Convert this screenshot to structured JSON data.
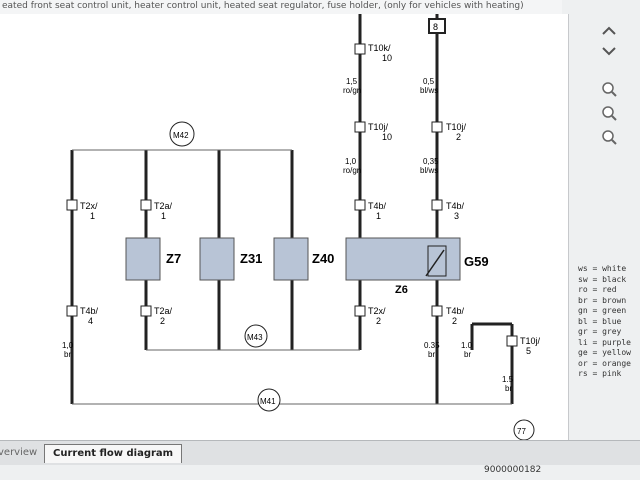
{
  "window": {
    "title_partial": "eated front seat control unit, heater control unit, heated seat regulator, fuse holder, (only for vehicles with heating)"
  },
  "diagram": {
    "top_box_label": "8",
    "circle_labels": [
      "M42",
      "M43",
      "M41",
      "77"
    ],
    "connectors": [
      {
        "id": "T10k-top",
        "name": "T10k/",
        "pin": "10"
      },
      {
        "id": "T10j-mid",
        "name": "T10j/",
        "pin": "10"
      },
      {
        "id": "T10j-right",
        "name": "T10j/",
        "pin": "2"
      },
      {
        "id": "T2x-left",
        "name": "T2x/",
        "pin": "1"
      },
      {
        "id": "T2a-top",
        "name": "T2a/",
        "pin": "1"
      },
      {
        "id": "T4b-mid1",
        "name": "T4b/",
        "pin": "1"
      },
      {
        "id": "T4b-mid3",
        "name": "T4b/",
        "pin": "3"
      },
      {
        "id": "T4b-left",
        "name": "T4b/",
        "pin": "4"
      },
      {
        "id": "T2a-bottom",
        "name": "T2a/",
        "pin": "2"
      },
      {
        "id": "T2x-mid",
        "name": "T2x/",
        "pin": "2"
      },
      {
        "id": "T4b-right2",
        "name": "T4b/",
        "pin": "2"
      },
      {
        "id": "T10j-far",
        "name": "T10j/",
        "pin": "5"
      }
    ],
    "wires": [
      {
        "gauge": "1,5",
        "color": "ro/gn"
      },
      {
        "gauge": "0,5",
        "color": "bl/ws"
      },
      {
        "gauge": "1,0",
        "color": "ro/gn"
      },
      {
        "gauge": "0,35",
        "color": "bl/ws"
      },
      {
        "gauge": "1,0",
        "color": "br"
      },
      {
        "gauge": "0.35",
        "color": "br"
      },
      {
        "gauge": "1.0",
        "color": "br"
      },
      {
        "gauge": "1.5",
        "color": "br"
      }
    ],
    "components": [
      {
        "id": "Z7",
        "label": "Z7"
      },
      {
        "id": "Z31",
        "label": "Z31"
      },
      {
        "id": "Z40",
        "label": "Z40"
      },
      {
        "id": "Z6",
        "label": "Z6"
      },
      {
        "id": "G59",
        "label": "G59"
      }
    ]
  },
  "legend": [
    {
      "code": "ws",
      "meaning": "white"
    },
    {
      "code": "sw",
      "meaning": "black"
    },
    {
      "code": "ro",
      "meaning": "red"
    },
    {
      "code": "br",
      "meaning": "brown"
    },
    {
      "code": "gn",
      "meaning": "green"
    },
    {
      "code": "bl",
      "meaning": "blue"
    },
    {
      "code": "gr",
      "meaning": "grey"
    },
    {
      "code": "li",
      "meaning": "purple"
    },
    {
      "code": "ge",
      "meaning": "yellow"
    },
    {
      "code": "or",
      "meaning": "orange"
    },
    {
      "code": "rs",
      "meaning": "pink"
    }
  ],
  "tabs": {
    "overview": "verview",
    "current": "Current flow diagram"
  },
  "footer": {
    "doc_code": "9000000182"
  },
  "colors": {
    "component_fill": "#b8c4d6",
    "wire": "#222222"
  }
}
